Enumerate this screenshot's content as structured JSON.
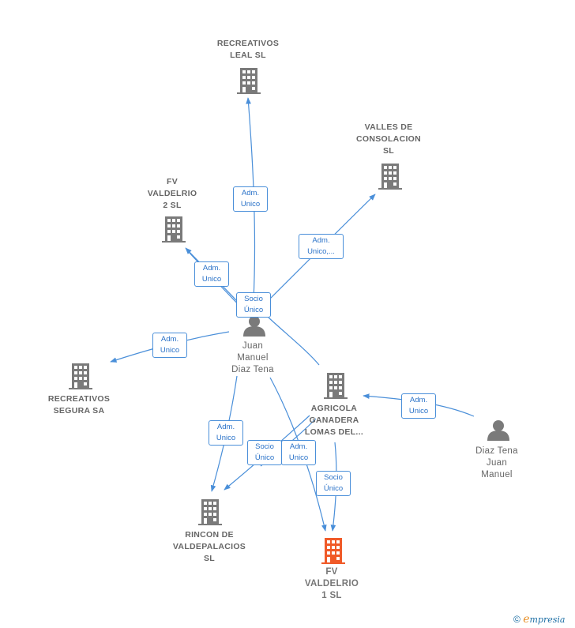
{
  "nodes": {
    "recreativos_leal": {
      "label": "RECREATIVOS\nLEAL  SL"
    },
    "valles_consolacion": {
      "label": "VALLES DE\nCONSOLACION\nSL"
    },
    "fv_valdelrio_2": {
      "label": "FV\nVALDELRIO\n2  SL"
    },
    "recreativos_segura": {
      "label": "RECREATIVOS\nSEGURA SA"
    },
    "juan_manuel": {
      "label": "Juan\nManuel\nDiaz Tena"
    },
    "agricola_ganadera": {
      "label": "AGRICOLA\nGANADERA\nLOMAS DEL..."
    },
    "diaz_tena_juan": {
      "label": "Diaz Tena\nJuan\nManuel"
    },
    "rincon_valdepalacios": {
      "label": "RINCON DE\nVALDEPALACIOS\nSL"
    },
    "fv_valdelrio_1": {
      "label": "FV\nVALDELRIO\n1  SL"
    }
  },
  "edges": {
    "to_leal": "Adm.\nUnico",
    "to_valles": "Adm.\nUnico,...",
    "to_fv2": "Adm.\nUnico",
    "socio_center": "Socio\nÚnico",
    "to_segura": "Adm.\nUnico",
    "diaz_to_agricola": "Adm.\nUnico",
    "to_rincon": "Adm.\nUnico",
    "agricola_socio_rincon": "Socio\nÚnico",
    "agricola_adm": "Adm.\nUnico",
    "agricola_socio_fv1": "Socio\nÚnico"
  },
  "colors": {
    "edge": "#4a8fd9",
    "company_icon": "#7a7a7a",
    "focus_icon": "#f05a28",
    "person_icon": "#7a7a7a"
  },
  "footer": {
    "copyright_symbol": "©",
    "brand_initial": "e",
    "brand_rest": "mpresia"
  }
}
